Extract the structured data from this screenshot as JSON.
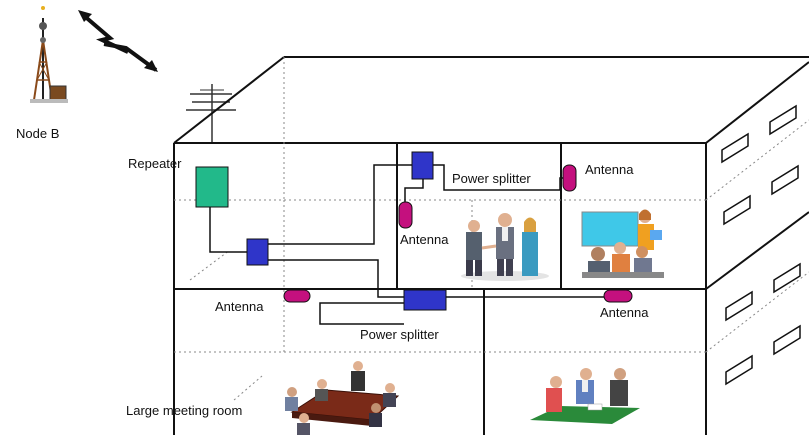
{
  "labels": {
    "node_b": "Node B",
    "repeater": "Repeater",
    "power_splitter_top": "Power splitter",
    "antenna_top_right": "Antenna",
    "antenna_middle": "Antenna",
    "antenna_left": "Antenna",
    "power_splitter_bottom": "Power splitter",
    "antenna_bottom_right": "Antenna",
    "large_meeting_room": "Large meeting room"
  },
  "colors": {
    "repeater": "#22b98a",
    "splitter": "#2f35c9",
    "antenna": "#c4107e",
    "cable": "#111111",
    "building_line": "#111111",
    "dotted_line": "#888888",
    "tower": "#8a4a1a"
  },
  "icons": {
    "tower": "cell-tower-icon",
    "signal": "lightning-signal-icon",
    "mast": "rooftop-antenna-mast-icon"
  }
}
